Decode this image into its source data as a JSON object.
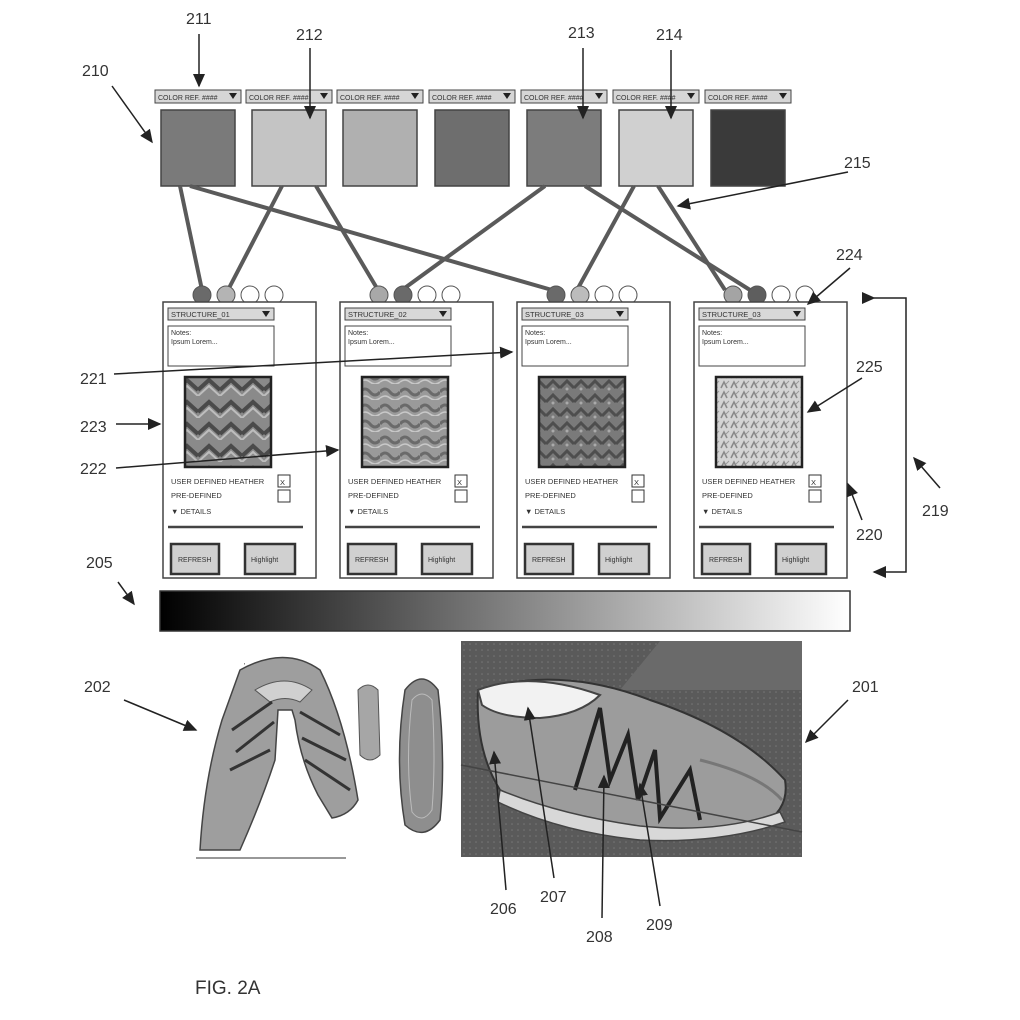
{
  "figure_label": "FIG. 2A",
  "refs": {
    "r201": "201",
    "r202": "202",
    "r205": "205",
    "r206": "206",
    "r207": "207",
    "r208": "208",
    "r209": "209",
    "r210": "210",
    "r211": "211",
    "r212": "212",
    "r213": "213",
    "r214": "214",
    "r215": "215",
    "r219": "219",
    "r220": "220",
    "r221": "221",
    "r222": "222",
    "r223": "223",
    "r224": "224",
    "r225": "225"
  },
  "swatches": [
    {
      "label": "COLOR REF. ####",
      "color": "#7a7a7a"
    },
    {
      "label": "COLOR REF. ####",
      "color": "#c4c4c4"
    },
    {
      "label": "COLOR REF. ####",
      "color": "#b0b0b0"
    },
    {
      "label": "COLOR REF. ####",
      "color": "#6e6e6e"
    },
    {
      "label": "COLOR REF. ####",
      "color": "#7c7c7c"
    },
    {
      "label": "COLOR REF. ####",
      "color": "#d0d0d0"
    },
    {
      "label": "COLOR REF. ####",
      "color": "#3a3a3a"
    }
  ],
  "panels": [
    {
      "structure": "STRUCTURE_01",
      "note_title": "Notes:",
      "note_body": "Ipsum Lorem...",
      "check1_label": "USER DEFINED HEATHER",
      "check1_mark": "X",
      "check2_label": "PRE-DEFINED",
      "details_label": "▼ DETAILS",
      "refresh_label": "REFRESH",
      "highlight_label": "Highlight"
    },
    {
      "structure": "STRUCTURE_02",
      "note_title": "Notes:",
      "note_body": "Ipsum Lorem...",
      "check1_label": "USER DEFINED HEATHER",
      "check1_mark": "X",
      "check2_label": "PRE-DEFINED",
      "details_label": "▼ DETAILS",
      "refresh_label": "REFRESH",
      "highlight_label": "Highlight"
    },
    {
      "structure": "STRUCTURE_03",
      "note_title": "Notes:",
      "note_body": "Ipsum Lorem...",
      "check1_label": "USER DEFINED HEATHER",
      "check1_mark": "X",
      "check2_label": "PRE-DEFINED",
      "details_label": "▼ DETAILS",
      "refresh_label": "REFRESH",
      "highlight_label": "Highlight"
    },
    {
      "structure": "STRUCTURE_03",
      "note_title": "Notes:",
      "note_body": "Ipsum Lorem...",
      "check1_label": "USER DEFINED HEATHER",
      "check1_mark": "X",
      "check2_label": "PRE-DEFINED",
      "details_label": "▼ DETAILS",
      "refresh_label": "REFRESH",
      "highlight_label": "Highlight"
    }
  ],
  "dropdown_icon": "chevron-down-icon",
  "gradient": {
    "from": "#000000",
    "to": "#ffffff"
  }
}
